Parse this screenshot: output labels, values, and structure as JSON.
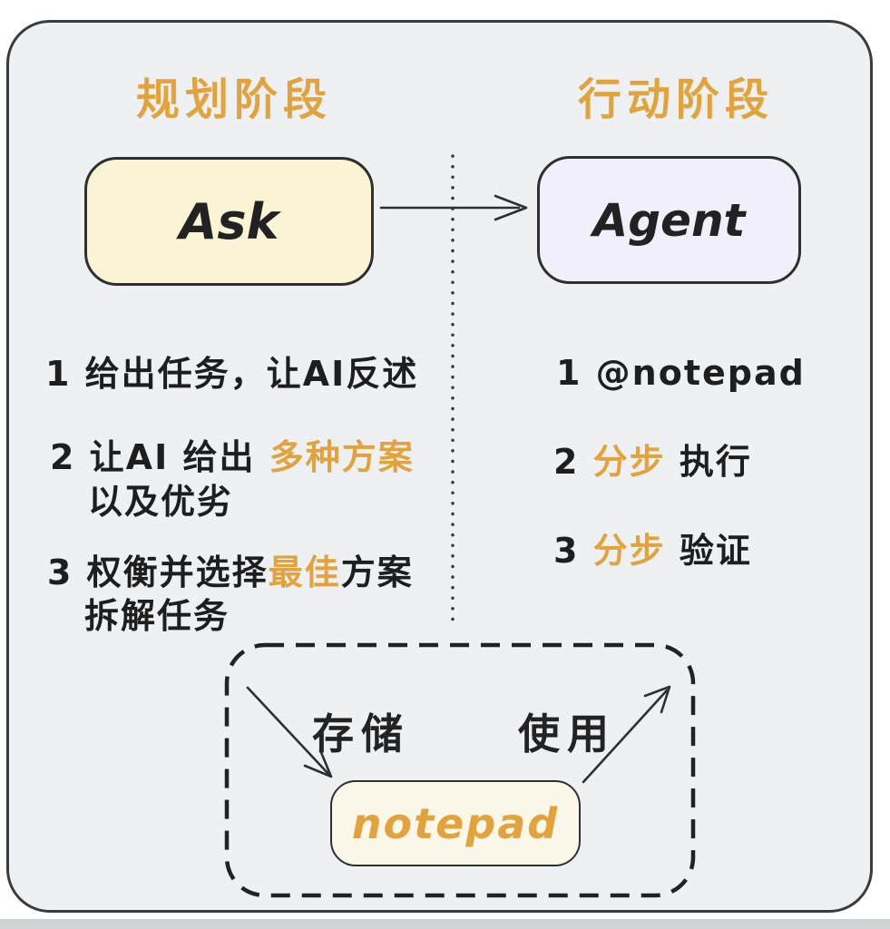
{
  "titles": {
    "planning": "规划阶段",
    "action": "行动阶段"
  },
  "nodes": {
    "ask": "Ask",
    "agent": "Agent",
    "notepad": "notepad"
  },
  "planning": {
    "s1": "1 给出任务，让AI反述",
    "s2_prefix": "2 让AI 给出 ",
    "s2_highlight": "多种方案",
    "s2_line2": "以及优劣",
    "s3_prefix": "3 权衡并选择",
    "s3_highlight": "最佳",
    "s3_suffix": "方案",
    "s3_line2": "拆解任务"
  },
  "action": {
    "s1": "1 @notepad",
    "s2_prefix": "2 ",
    "s2_highlight": "分步",
    "s2_suffix": " 执行",
    "s3_prefix": "3 ",
    "s3_highlight": "分步",
    "s3_suffix": " 验证"
  },
  "memory": {
    "store_label": "存储",
    "use_label": "使用"
  },
  "colors": {
    "accent_orange": "#e2a23c",
    "ink": "#2f2f2f",
    "card_bg": "#eef1f4",
    "ask_fill": "#faf3d4",
    "agent_fill": "#f1eff9",
    "notepad_fill": "#fbf7e9"
  }
}
